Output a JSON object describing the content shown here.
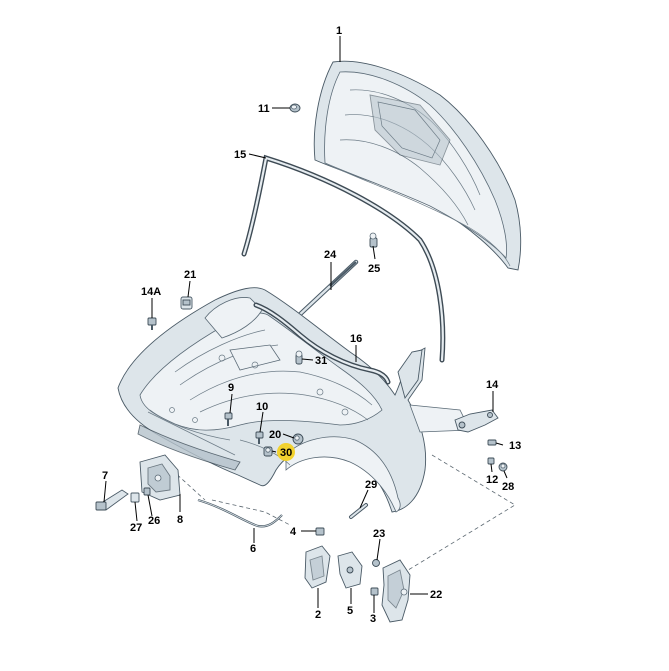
{
  "callouts": {
    "p1": "1",
    "p2": "2",
    "p3": "3",
    "p4": "4",
    "p5": "5",
    "p6": "6",
    "p7": "7",
    "p8": "8",
    "p9": "9",
    "p10": "10",
    "p11": "11",
    "p12": "12",
    "p13": "13",
    "p14": "14",
    "p14a": "14A",
    "p15": "15",
    "p16": "16",
    "p20": "20",
    "p21": "21",
    "p22": "22",
    "p23": "23",
    "p24": "24",
    "p25": "25",
    "p26": "26",
    "p27": "27",
    "p28": "28",
    "p29": "29",
    "p30": "30",
    "p31": "31"
  },
  "highlight": {
    "part": "30",
    "color": "#f2d22e"
  },
  "colors": {
    "part_fill": "#dde5ea",
    "part_stroke": "#4a5a66",
    "seal": "#3e4b55"
  }
}
